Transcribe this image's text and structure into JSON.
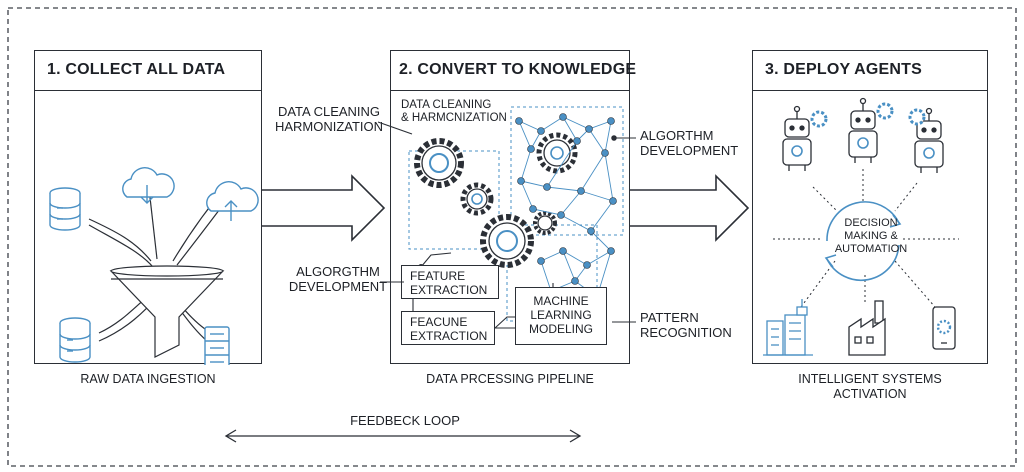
{
  "panels": {
    "collect": {
      "title": "1. COLLECT ALL DATA",
      "caption": "RAW DATA INGESTION"
    },
    "convert": {
      "title": "2. CONVERT TO KNOWLEDGE",
      "caption": "DATA PRCESSING PIPELINE"
    },
    "deploy": {
      "title": "3. DEPLOY AGENTS",
      "caption_line1": "INTELLIGENT SYSTEMS",
      "caption_line2": "ACTIVATION"
    }
  },
  "labels": {
    "cleaning_outer_line1": "DATA CLEANING",
    "cleaning_outer_line2": "HARMONIZATION",
    "cleaning_inner_line1": "DATA CLEANING",
    "cleaning_inner_line2": "& HARMCNIZATION",
    "algorithm_right_line1": "ALGORTHM",
    "algorithm_right_line2": "DEVELOPMENT",
    "algorithm_left_line1": "ALGORGTHM",
    "algorithm_left_line2": "DEVELOPMENT",
    "feature_box_line1": "FEATURE",
    "feature_box_line2": "EXTRACTION",
    "feacune_box_line1": "FEACUNE",
    "feacune_box_line2": "EXTRACTION",
    "ml_box_line1": "MACHINE",
    "ml_box_line2": "LEARNING",
    "ml_box_line3": "MODELING",
    "pattern_line1": "PATTERN",
    "pattern_line2": "RECOGNITION",
    "decision_line1": "DECISION",
    "decision_line2": "MAKING &",
    "decision_line3": "AUTOMATION"
  },
  "feedback": {
    "label": "FEEDBECK LOOP"
  },
  "colors": {
    "accent": "#4a90c4",
    "ink": "#2b2f36",
    "border": "#3c4048"
  },
  "icons": [
    "database-icon",
    "cloud-download-icon",
    "cloud-upload-icon",
    "funnel-icon",
    "server-icon",
    "gear-icon",
    "network-icon",
    "robot-icon",
    "cycle-arrows-icon",
    "city-icon",
    "factory-icon",
    "phone-icon"
  ]
}
